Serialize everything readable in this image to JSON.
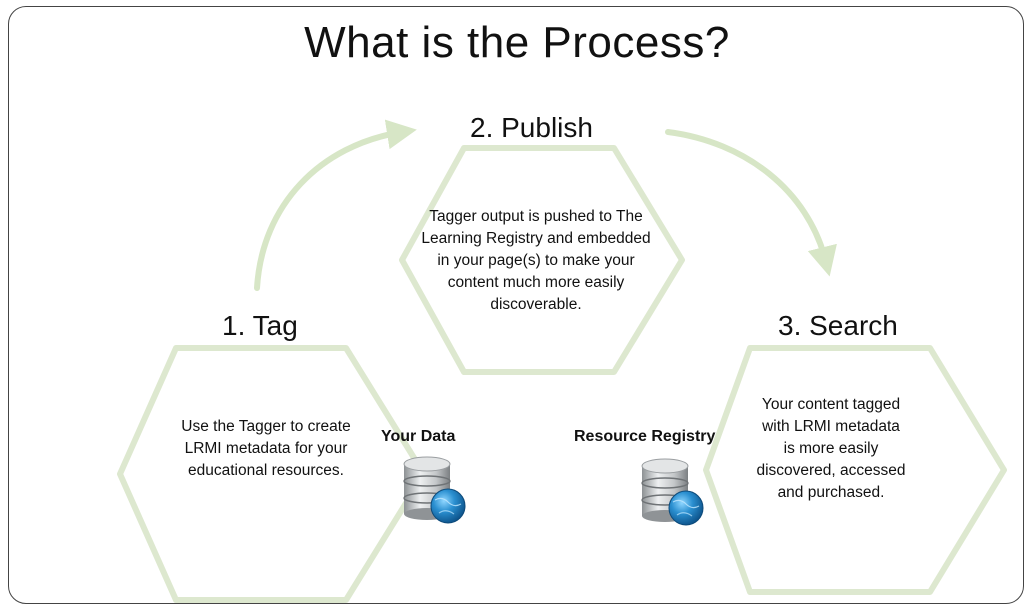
{
  "title": "What is the Process?",
  "steps": [
    {
      "title": "1. Tag",
      "body": "Use the Tagger to create LRMI metadata for your educational resources."
    },
    {
      "title": "2. Publish",
      "body": "Tagger output is pushed to The Learning Registry and embedded in your page(s) to make your content much more easily discoverable."
    },
    {
      "title": "3. Search",
      "body": "Your content tagged with LRMI metadata is more easily discovered, accessed and purchased."
    }
  ],
  "databases": [
    {
      "label": "Your Data",
      "icon": "database-globe-icon"
    },
    {
      "label": "Resource Registry",
      "icon": "database-globe-icon"
    }
  ],
  "colors": {
    "hex_stroke": "#dde8cf",
    "arrow": "#d7e6c6",
    "globe": "#2c8ec9",
    "cylinder": "#b9bcbe"
  }
}
